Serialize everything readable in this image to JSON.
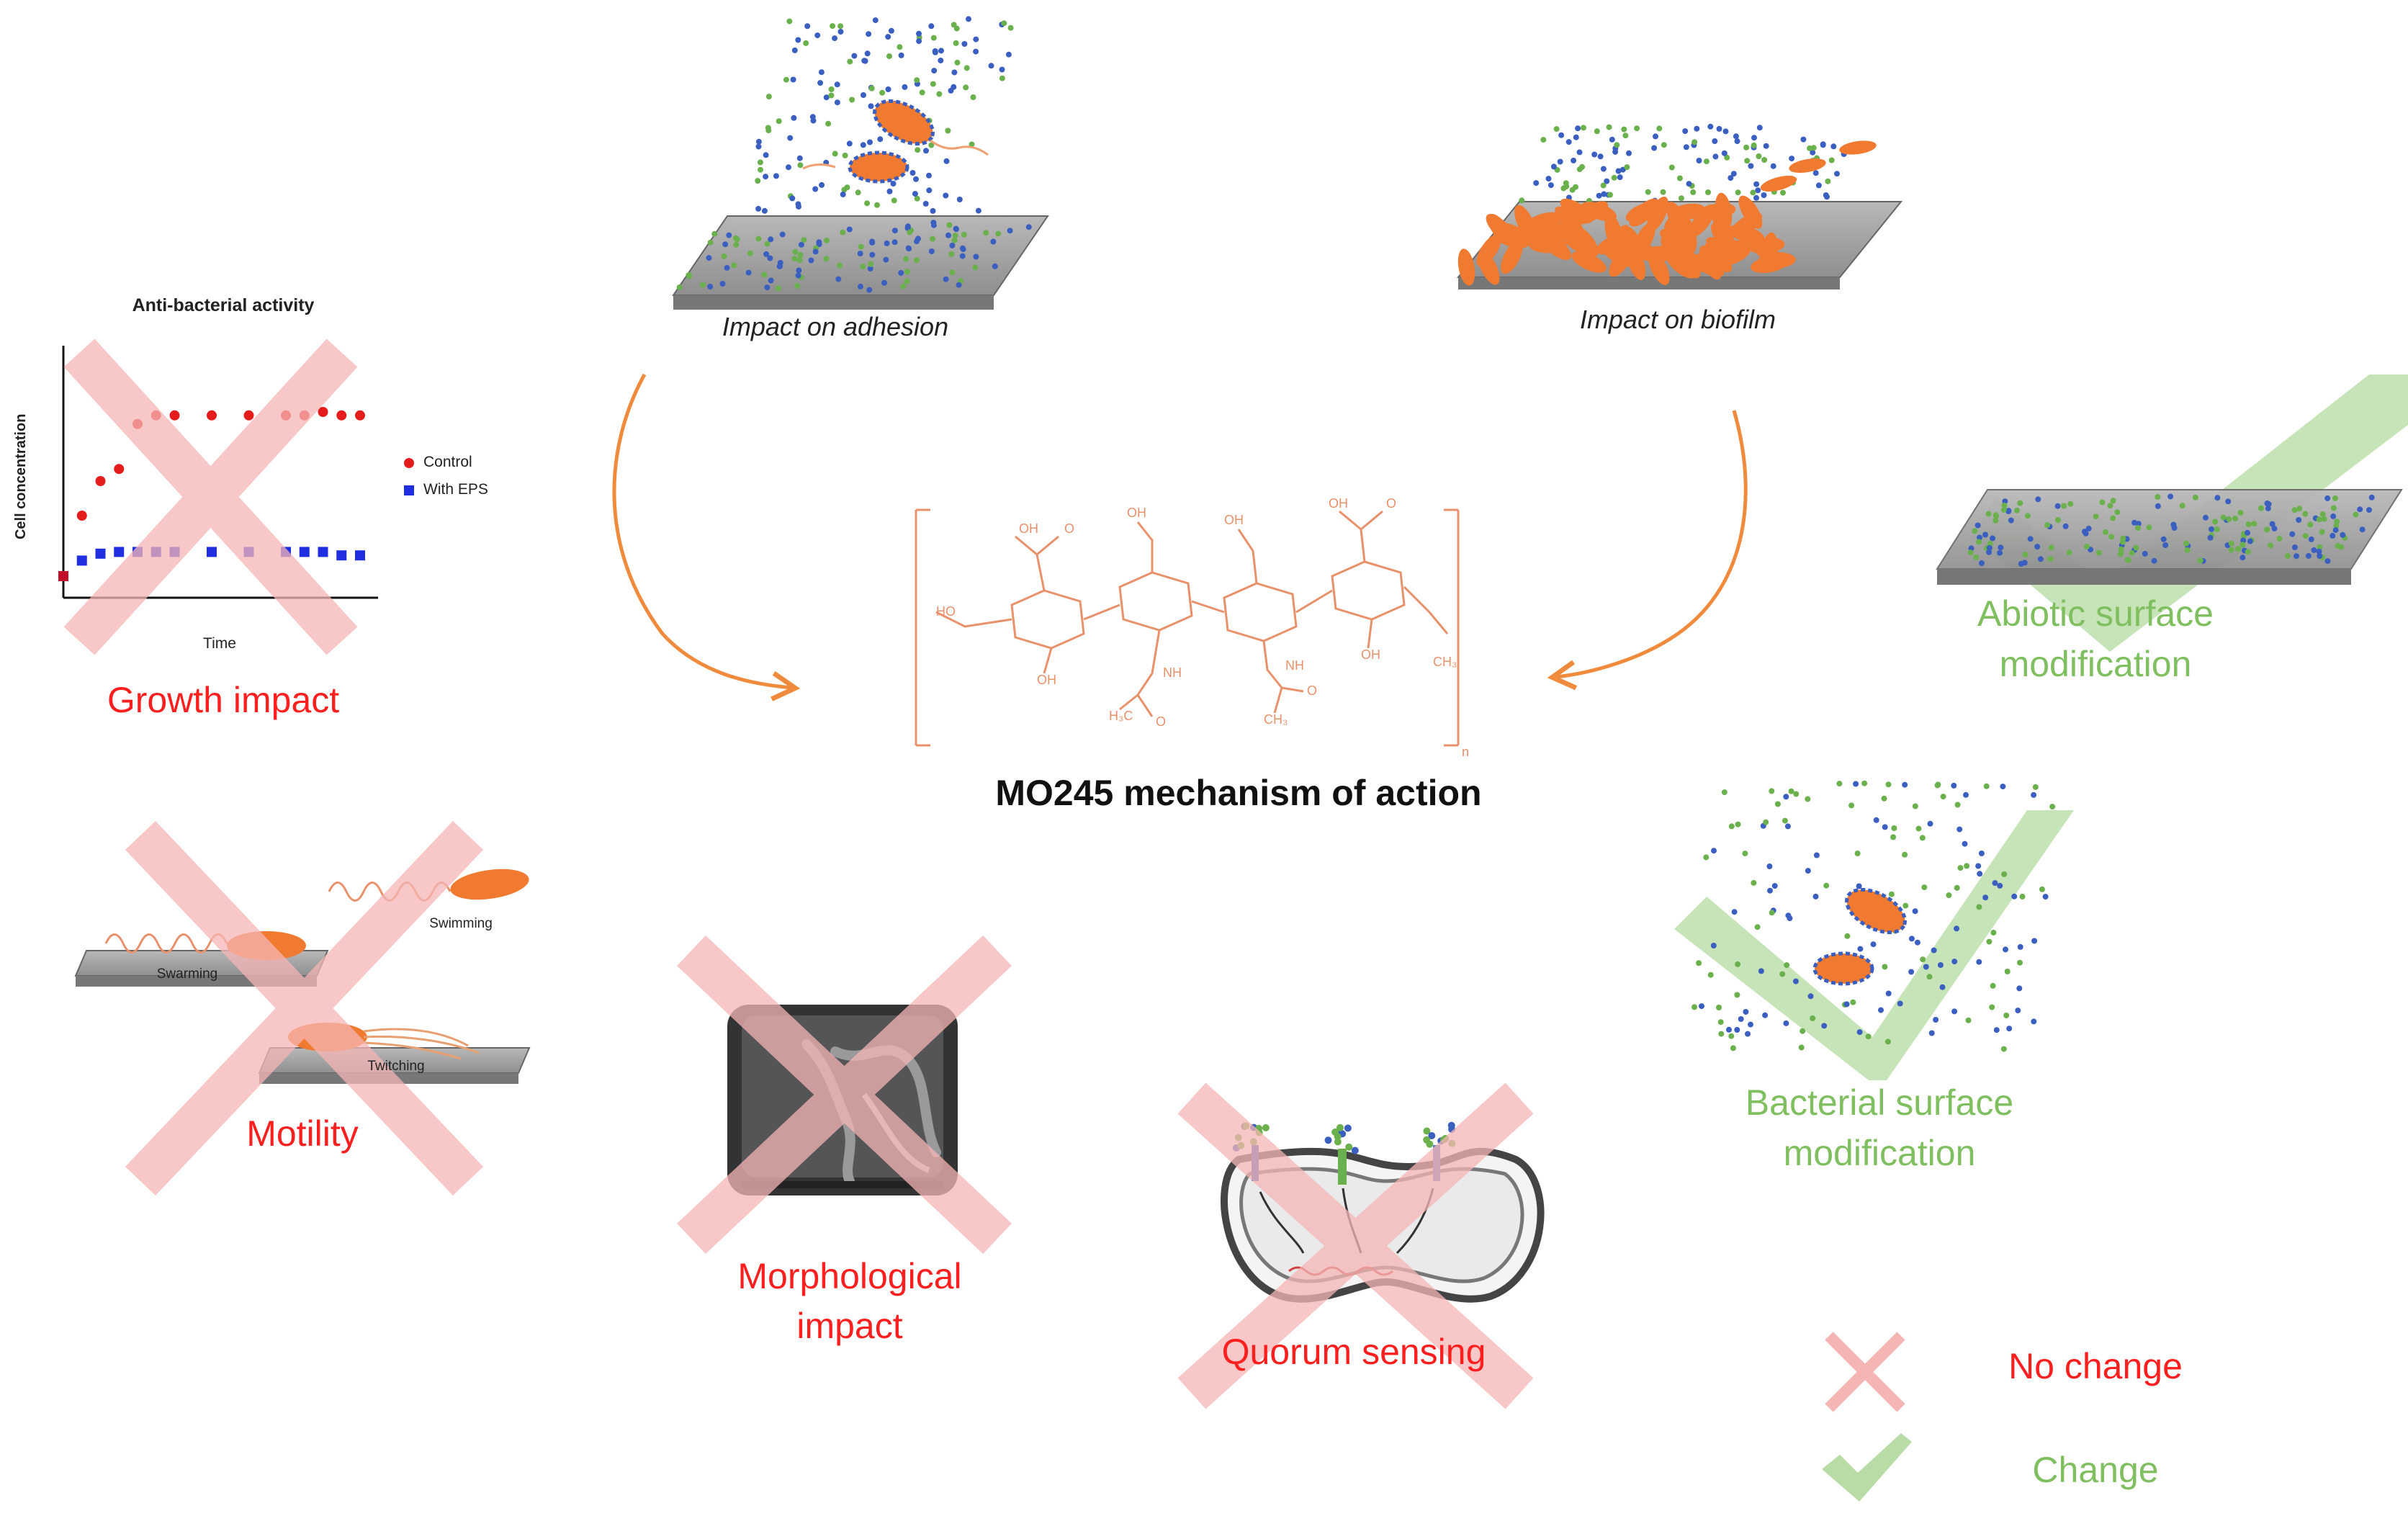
{
  "center": {
    "title": "MO245 mechanism of action"
  },
  "top": {
    "adhesion_label": "Impact on adhesion",
    "biofilm_label": "Impact on biofilm"
  },
  "growth": {
    "label": "Growth impact",
    "chart": {
      "title": "Anti-bacterial activity",
      "ylabel": "Cell concentration",
      "xlabel": "Time",
      "legend": [
        "Control",
        "With EPS"
      ]
    }
  },
  "motility": {
    "label": "Motility",
    "modes": {
      "swimming": "Swimming",
      "swarming": "Swarming",
      "twitching": "Twitching"
    }
  },
  "morphology": {
    "label_line1": "Morphological",
    "label_line2": "impact"
  },
  "quorum": {
    "label": "Quorum sensing"
  },
  "abiotic": {
    "label_line1": "Abiotic surface",
    "label_line2": "modification"
  },
  "bacterial_surface": {
    "label_line1": "Bacterial surface",
    "label_line2": "modification"
  },
  "legend": {
    "no_change": "No change",
    "change": "Change"
  },
  "colors": {
    "no_change_red": "#ff1f1f",
    "cross_pink": "#f6b5b5",
    "change_green": "#7fbf5f",
    "check_green": "#b9dca6",
    "arrow_orange": "#f08a3c",
    "bacteria_orange": "#f07a30",
    "dot_blue": "#3a5fc0",
    "dot_green": "#6ab04c"
  },
  "chart_data": {
    "type": "scatter",
    "title": "Anti-bacterial activity",
    "xlabel": "Time",
    "ylabel": "Cell concentration",
    "series": [
      {
        "name": "Control",
        "values": [
          0.0,
          0.35,
          0.55,
          0.62,
          0.88,
          0.93,
          0.93,
          0.93,
          0.93,
          0.93,
          0.93,
          0.95,
          0.93,
          0.93
        ]
      },
      {
        "name": "With EPS",
        "values": [
          0.0,
          0.09,
          0.13,
          0.14,
          0.14,
          0.14,
          0.14,
          0.14,
          0.14,
          0.14,
          0.14,
          0.14,
          0.12,
          0.12
        ]
      }
    ],
    "x": [
      0,
      1,
      2,
      3,
      4,
      5,
      6,
      8,
      10,
      12,
      13,
      14,
      15,
      16
    ],
    "grid": false,
    "legend_position": "right"
  }
}
